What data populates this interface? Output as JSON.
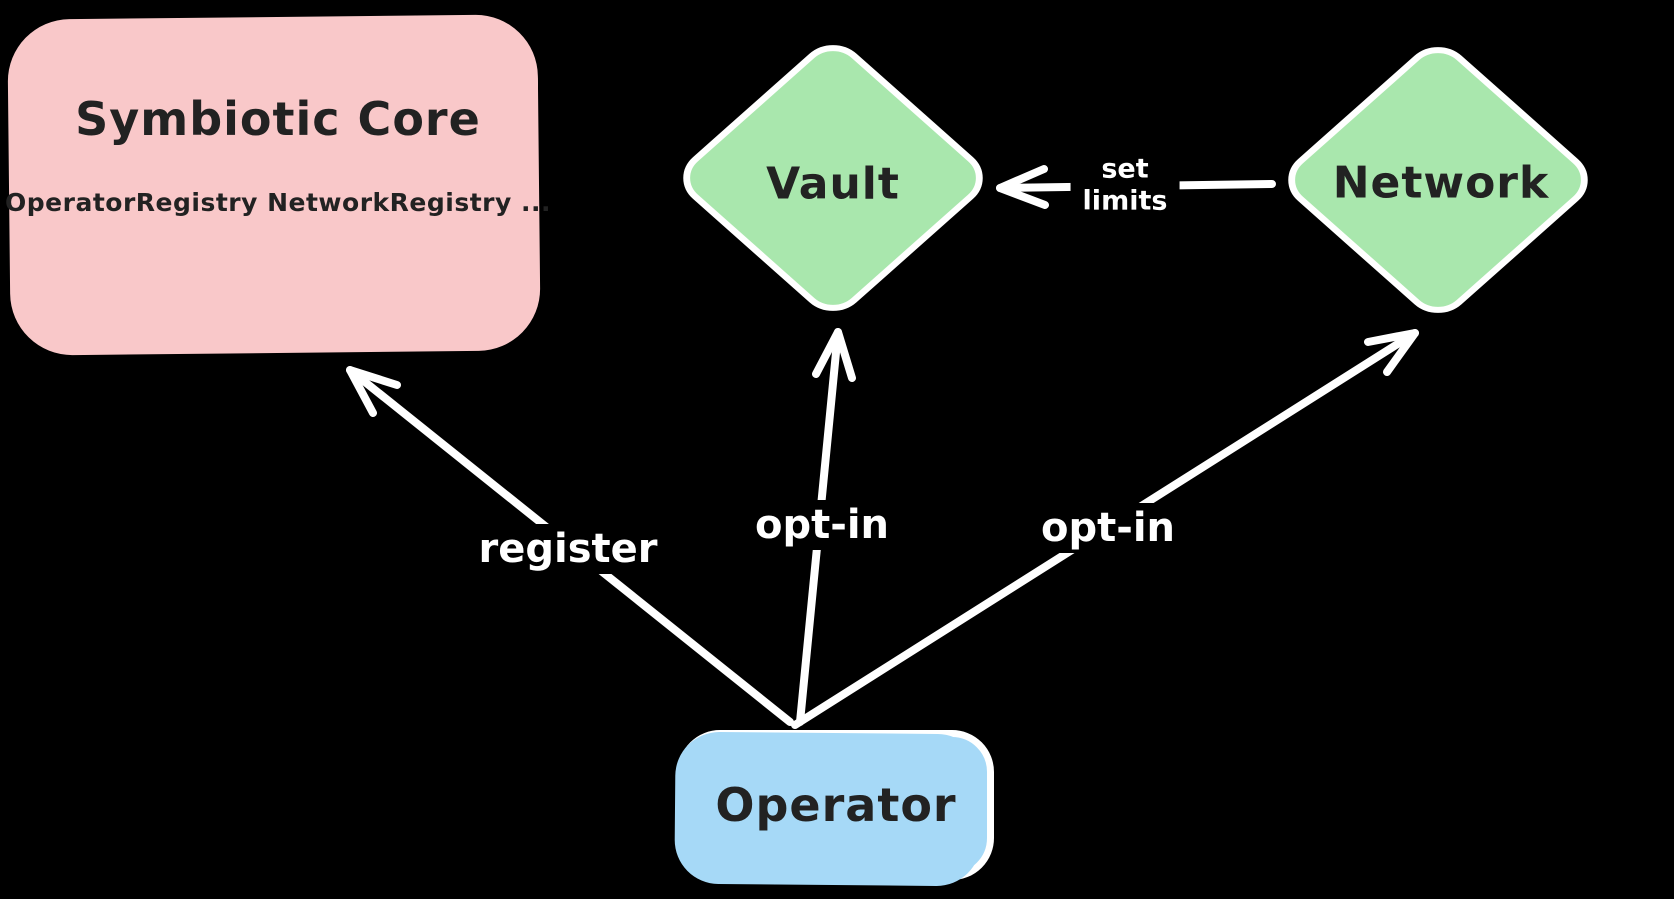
{
  "canvas": {
    "background": "#000000"
  },
  "colors": {
    "bg": "#000000",
    "stroke": "#ffffff",
    "ink": "#222222",
    "coreFill": "#f9c8c9",
    "greenFill": "#a9e7ad",
    "blueFill": "#a6d9f7",
    "labelColor": "#ffffff"
  },
  "nodes": {
    "core": {
      "title": "Symbiotic Core",
      "subtitle": "OperatorRegistry NetworkRegistry ...",
      "shape": "rounded-rectangle",
      "fill": "#f9c8c9"
    },
    "vault": {
      "label": "Vault",
      "shape": "diamond",
      "fill": "#a9e7ad"
    },
    "network": {
      "label": "Network",
      "shape": "diamond",
      "fill": "#a9e7ad"
    },
    "operator": {
      "label": "Operator",
      "shape": "rounded-rectangle",
      "fill": "#a6d9f7"
    }
  },
  "edges": {
    "register": {
      "label": "register",
      "from": "operator",
      "to": "core"
    },
    "optin_vault": {
      "label": "opt-in",
      "from": "operator",
      "to": "vault"
    },
    "optin_network": {
      "label": "opt-in",
      "from": "operator",
      "to": "network"
    },
    "set_limits": {
      "label_line1": "set",
      "label_line2": "limits",
      "from": "network",
      "to": "vault"
    }
  }
}
